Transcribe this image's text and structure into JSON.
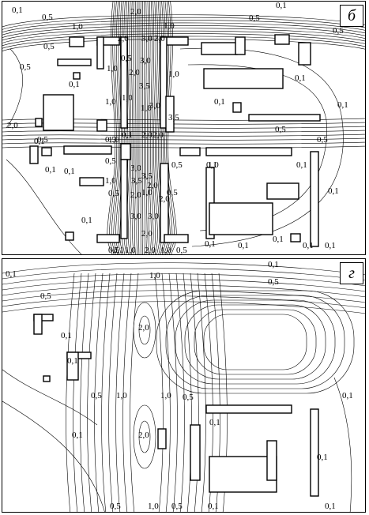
{
  "panels": [
    {
      "id": "b",
      "letter": "б",
      "labels": [
        "0,1",
        "2,0",
        "0,5",
        "1,0",
        "0,1",
        "0,5",
        "1,0",
        "2,0",
        "3,0",
        "2,0",
        "1,0",
        "0,5",
        "0,5",
        "1,0",
        "0,5",
        "3,0",
        "1,0",
        "0,1",
        "0,1",
        "2,0",
        "3,5",
        "0,5",
        "0,1",
        "0,1",
        "1,0",
        "3,0",
        "1,0",
        "3,5",
        "2,0",
        "0,1",
        "0,1",
        "2,0",
        "0,5",
        "0,5",
        "1,0",
        "1,0",
        "2,0",
        "0,5",
        "0,5",
        "0,5",
        "0,1",
        "0,1",
        "0,1",
        "3,0",
        "3,5",
        "1,0",
        "3,5",
        "2,0",
        "0,5",
        "1,0",
        "0,5",
        "0,5",
        "2,0",
        "2,0",
        "0,1",
        "0,1",
        "3,0",
        "3,0",
        "0,1",
        "0,1",
        "0,1",
        "2,0",
        "0,1",
        "0,1",
        "0,1",
        "0,1",
        "0,5",
        "1,0",
        "2,0",
        "1,0",
        "0,5"
      ],
      "line_color": "#000000"
    },
    {
      "id": "g",
      "letter": "г",
      "labels": [
        "0,1",
        "0,1",
        "1,0",
        "0,5",
        "0,5",
        "0,1",
        "2,0",
        "0,1",
        "0,5",
        "1,0",
        "1,0",
        "0,5",
        "0,1",
        "0,1",
        "0,1",
        "2,0",
        "0,1",
        "0,5",
        "1,0",
        "0,5",
        "0,1",
        "0,1"
      ],
      "line_color": "#000000"
    }
  ]
}
